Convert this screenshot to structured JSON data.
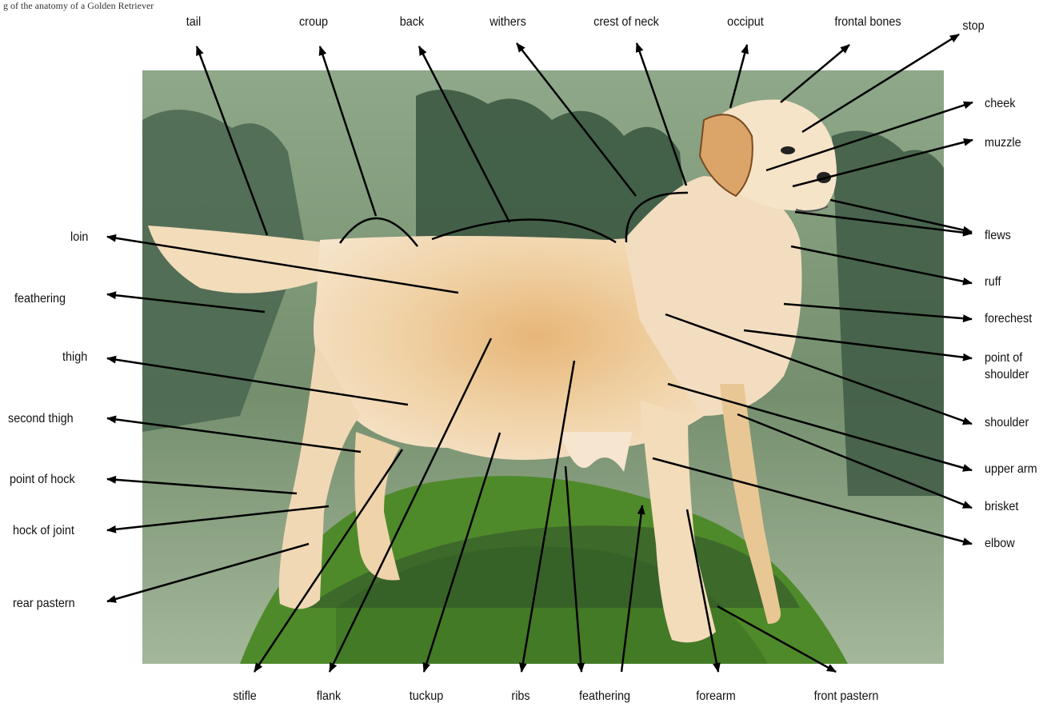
{
  "caption": "g of the anatomy of a Golden Retriever",
  "top_labels": [
    {
      "id": "tail",
      "text": "tail"
    },
    {
      "id": "croup",
      "text": "croup"
    },
    {
      "id": "back",
      "text": "back"
    },
    {
      "id": "withers",
      "text": "withers"
    },
    {
      "id": "crest-of-neck",
      "text": "crest of neck"
    },
    {
      "id": "occiput",
      "text": "occiput"
    },
    {
      "id": "frontal-bones",
      "text": "frontal bones"
    },
    {
      "id": "stop",
      "text": "stop"
    }
  ],
  "right_labels": [
    {
      "id": "cheek",
      "text": "cheek"
    },
    {
      "id": "muzzle",
      "text": "muzzle"
    },
    {
      "id": "flews",
      "text": "flews"
    },
    {
      "id": "ruff",
      "text": "ruff"
    },
    {
      "id": "forechest",
      "text": "forechest"
    },
    {
      "id": "point-of-shoulder",
      "text": "point of shoulder"
    },
    {
      "id": "shoulder",
      "text": "shoulder"
    },
    {
      "id": "upper-arm",
      "text": "upper arm"
    },
    {
      "id": "brisket",
      "text": "brisket"
    },
    {
      "id": "elbow",
      "text": "elbow"
    }
  ],
  "left_labels": [
    {
      "id": "loin",
      "text": "loin"
    },
    {
      "id": "feathering-tail",
      "text": "feathering"
    },
    {
      "id": "thigh",
      "text": "thigh"
    },
    {
      "id": "second-thigh",
      "text": "second thigh"
    },
    {
      "id": "point-of-hock",
      "text": "point of hock"
    },
    {
      "id": "hock-of-joint",
      "text": "hock of joint"
    },
    {
      "id": "rear-pastern",
      "text": "rear pastern"
    }
  ],
  "bottom_labels": [
    {
      "id": "stifle",
      "text": "stifle"
    },
    {
      "id": "flank",
      "text": "flank"
    },
    {
      "id": "tuckup",
      "text": "tuckup"
    },
    {
      "id": "ribs",
      "text": "ribs"
    },
    {
      "id": "feathering-chest",
      "text": "feathering"
    },
    {
      "id": "forearm",
      "text": "forearm"
    },
    {
      "id": "front-pastern",
      "text": "front pastern"
    }
  ],
  "colors": {
    "sky_green": "#7f9a73",
    "tree_dark": "#3f5a45",
    "grass": "#4f8a2a",
    "dog_coat": "#f0d2a6",
    "dog_shade": "#d9a86a",
    "line": "#000000"
  }
}
